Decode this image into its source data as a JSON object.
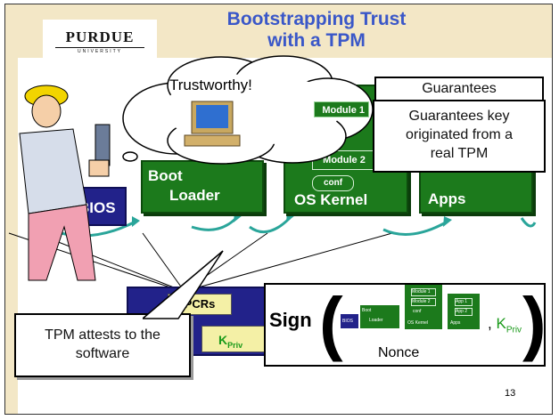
{
  "logo": {
    "main": "PURDUE",
    "sub": "UNIVERSITY"
  },
  "title": {
    "line1": "Bootstrapping Trust",
    "line2": "with a TPM"
  },
  "cloud": {
    "text": "Trustworthy!"
  },
  "stack": {
    "bios": "BIOS",
    "boot_loader_1": "Boot",
    "boot_loader_2": "Loader",
    "os_kernel": "OS Kernel",
    "apps": "Apps",
    "module_1": "Module 1",
    "module_2": "Module 2",
    "conf": "conf"
  },
  "tpm": {
    "pcrs": "PCRs",
    "kpriv": "K",
    "kpriv_sub": "Priv"
  },
  "callouts": {
    "guarantees": "Guarantees",
    "guarantees_key_1": "Guarantees key",
    "guarantees_key_2": "originated from a",
    "guarantees_key_3": "real TPM",
    "tpm_attests_1": "TPM attests to the",
    "tpm_attests_2": "software"
  },
  "sign": {
    "label": "Sign",
    "nonce": "Nonce",
    "comma": ",",
    "k": "K",
    "k_sub": "Priv",
    "mini_bios": "BIOS",
    "mini_boot": "Boot",
    "mini_loader": "Loader",
    "mini_kernel": "OS Kernel",
    "mini_apps": "Apps",
    "mini_mod1": "Module 1",
    "mini_mod2": "Module 2",
    "mini_conf": "conf",
    "mini_app1": "App 1",
    "mini_app2": "App 2"
  },
  "page_number": "13",
  "colors": {
    "green": "#1c7a1c",
    "navy": "#22228a",
    "title_blue": "#3a57c8",
    "sidebar": "#f3e7c6",
    "key_green": "#1a9a1a",
    "tpm_yellow": "#f4f0a6",
    "arrow_teal": "#2aa59a"
  }
}
